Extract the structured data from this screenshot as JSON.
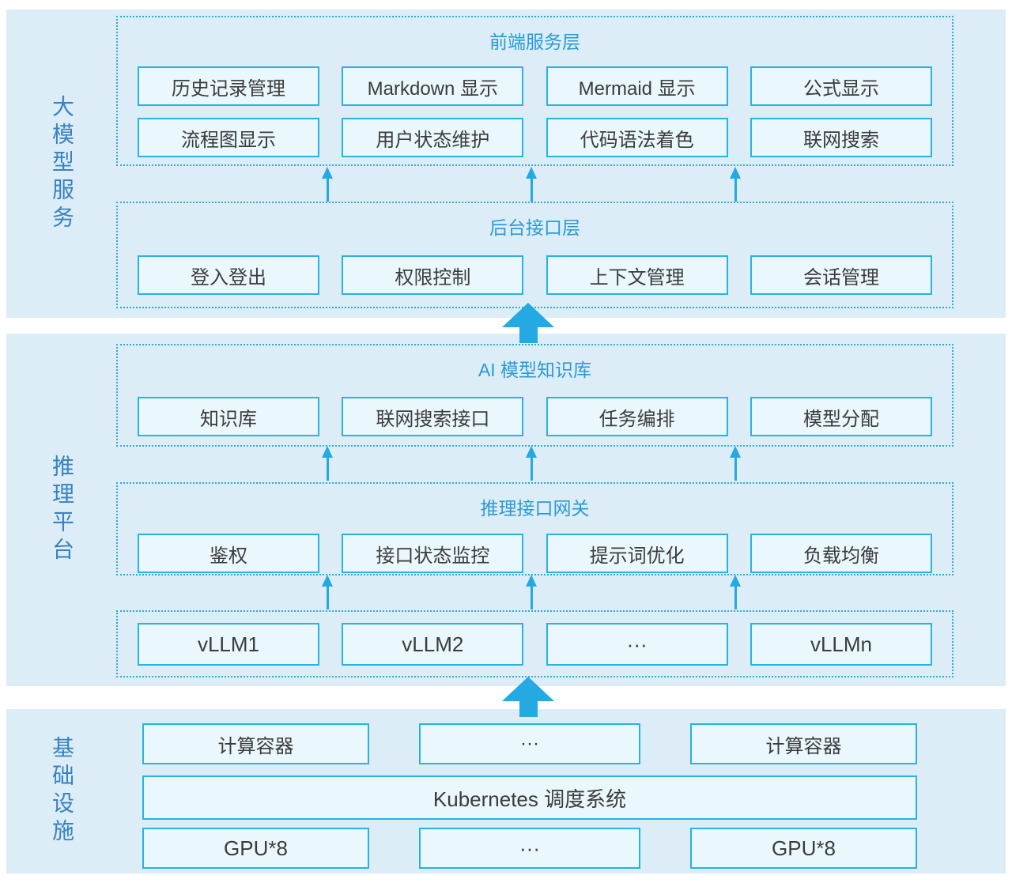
{
  "sections": [
    {
      "label": "大模型服务",
      "groups": [
        {
          "title": "前端服务层",
          "rows": [
            [
              "历史记录管理",
              "Markdown 显示",
              "Mermaid 显示",
              "公式显示"
            ],
            [
              "流程图显示",
              "用户状态维护",
              "代码语法着色",
              "联网搜索"
            ]
          ]
        },
        {
          "title": "后台接口层",
          "rows": [
            [
              "登入登出",
              "权限控制",
              "上下文管理",
              "会话管理"
            ]
          ]
        }
      ]
    },
    {
      "label": "推理平台",
      "groups": [
        {
          "title": "AI 模型知识库",
          "rows": [
            [
              "知识库",
              "联网搜索接口",
              "任务编排",
              "模型分配"
            ]
          ]
        },
        {
          "title": "推理接口网关",
          "rows": [
            [
              "鉴权",
              "接口状态监控",
              "提示词优化",
              "负载均衡"
            ]
          ]
        },
        {
          "title": "",
          "rows": [
            [
              "vLLM1",
              "vLLM2",
              "···",
              "vLLMn"
            ]
          ]
        }
      ]
    },
    {
      "label": "基础设施",
      "rows": [
        [
          "计算容器",
          "···",
          "计算容器"
        ],
        [
          "Kubernetes 调度系统"
        ],
        [
          "GPU*8",
          "···",
          "GPU*8"
        ]
      ]
    }
  ],
  "icons": {
    "up_arrow": "thin-triangle-up-arrow",
    "big_up_arrow": "block-up-arrow"
  },
  "colors": {
    "band_background": "#dcedf7",
    "node_fill": "#eaf7fc",
    "node_border": "#29b2e4",
    "dotted_border": "#2fa9da",
    "group_title_text": "#2a9ad5",
    "band_label_text": "#3a82c2",
    "node_text": "#3c3c3c",
    "arrow": "#25a9e2",
    "page_background": "#ffffff"
  }
}
